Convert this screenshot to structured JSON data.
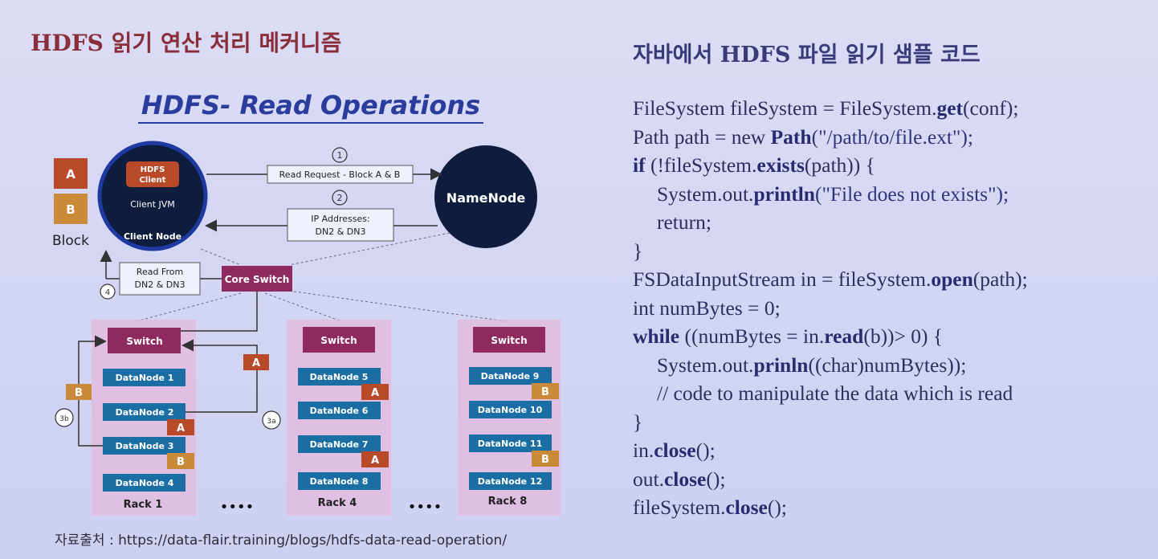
{
  "left_title": "HDFS 읽기 연산 처리 메커니즘",
  "right_title": "자바에서 HDFS 파일 읽기 샘플 코드",
  "diagram": {
    "title": "HDFS- Read Operations",
    "block_legend": {
      "a": "A",
      "b": "B",
      "label": "Block"
    },
    "client": {
      "hdfs_client": [
        "HDFS",
        "Client"
      ],
      "jvm": "Client JVM",
      "node": "Client Node"
    },
    "namenode": "NameNode",
    "steps": {
      "s1": "1",
      "s2": "2",
      "s3a": "3a",
      "s3b": "3b",
      "s4": "4",
      "read_request": "Read Request - Block A & B",
      "ip_addresses": [
        "IP Addresses:",
        "DN2 & DN3"
      ],
      "read_from": [
        "Read From",
        "DN2 & DN3"
      ]
    },
    "core_switch": "Core Switch",
    "switch_label": "Switch",
    "ellipsis": "••••",
    "tag_a": "A",
    "tag_b": "B",
    "racks": [
      {
        "name": "Rack 1",
        "nodes": [
          "DataNode 1",
          "DataNode 2",
          "DataNode 3",
          "DataNode 4"
        ]
      },
      {
        "name": "Rack 4",
        "nodes": [
          "DataNode 5",
          "DataNode 6",
          "DataNode 7",
          "DataNode 8"
        ]
      },
      {
        "name": "Rack 8",
        "nodes": [
          "DataNode 9",
          "DataNode 10",
          "DataNode 11",
          "DataNode 12"
        ]
      }
    ]
  },
  "source": "자료출처 : https://data-flair.training/blogs/hdfs-data-read-operation/",
  "code": {
    "l1": {
      "a": "FileSystem fileSystem = FileSystem.",
      "b": "get",
      "c": "(conf);"
    },
    "l2": {
      "a": "Path path = new ",
      "b": "Path",
      "c": "(\"/path/to/file.ext\");"
    },
    "l3": {
      "a": "if",
      "b": " (!fileSystem.",
      "c": "exists",
      "d": "(path)) {"
    },
    "l4": {
      "a": "System.out.",
      "b": "println",
      "c": "(\"File does not exists\");"
    },
    "l5": "return;",
    "l6": "}",
    "l7": {
      "a": "FSDataInputStream in = fileSystem.",
      "b": "open",
      "c": "(path);"
    },
    "l8": "int numBytes = 0;",
    "l9": {
      "a": "while",
      "b": " ((numBytes = in.",
      "c": "read",
      "d": "(b))> 0) {"
    },
    "l10": {
      "a": "System.out.",
      "b": "prinln",
      "c": "((char)numBytes));"
    },
    "l11": "// code to manipulate the data which is read",
    "l12": "}",
    "l13": {
      "a": "in.",
      "b": "close",
      "c": "();"
    },
    "l14": {
      "a": "out.",
      "b": "close",
      "c": "();"
    },
    "l15": {
      "a": "fileSystem.",
      "b": "close",
      "c": "();"
    }
  }
}
